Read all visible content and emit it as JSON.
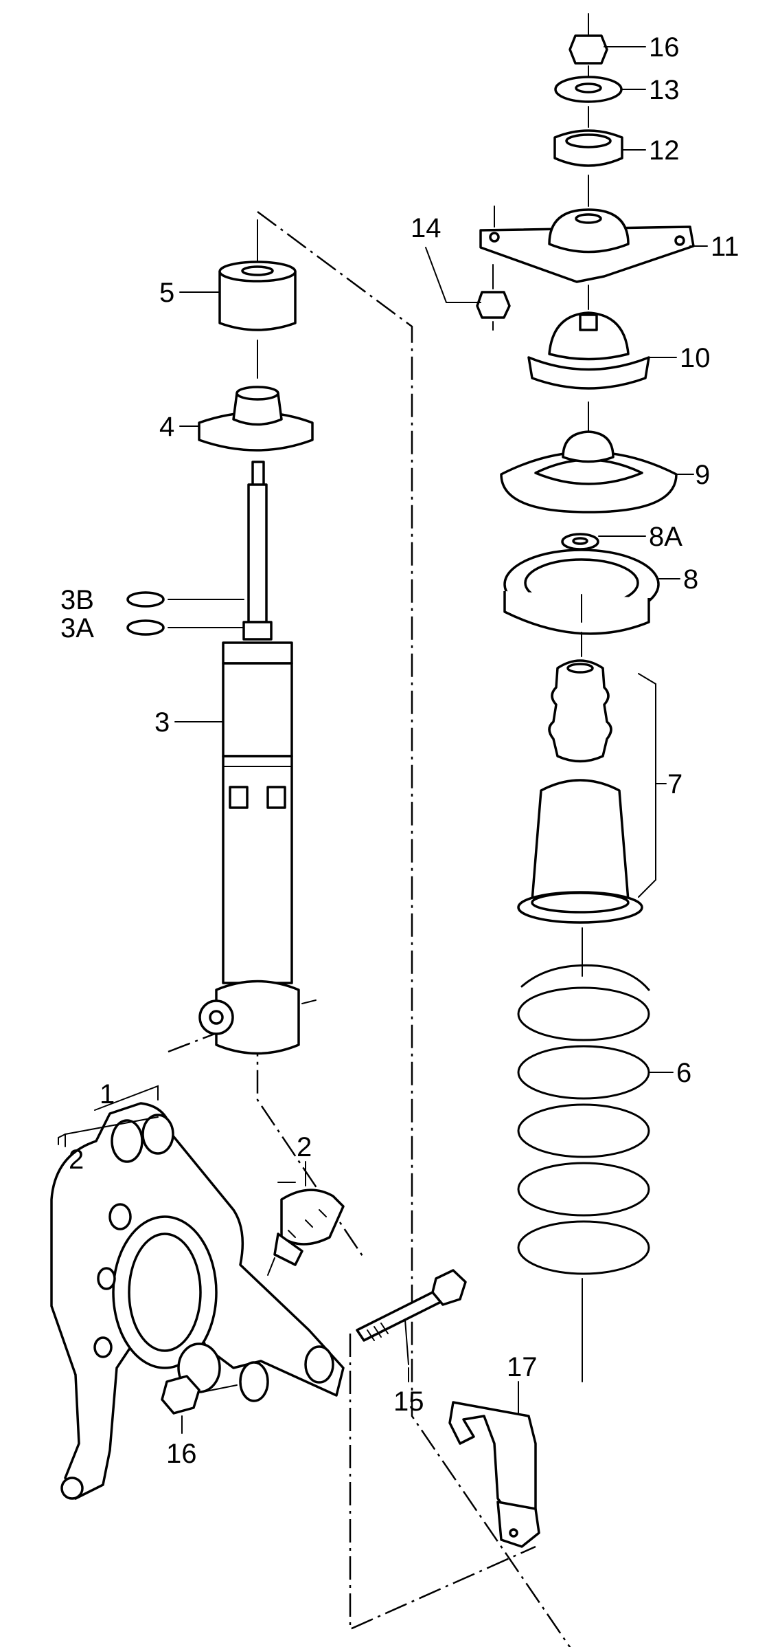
{
  "callouts": [
    {
      "id": "16-top",
      "text": "16"
    },
    {
      "id": "13",
      "text": "13"
    },
    {
      "id": "12",
      "text": "12"
    },
    {
      "id": "11",
      "text": "11"
    },
    {
      "id": "14",
      "text": "14"
    },
    {
      "id": "10",
      "text": "10"
    },
    {
      "id": "9",
      "text": "9"
    },
    {
      "id": "8A",
      "text": "8A"
    },
    {
      "id": "8",
      "text": "8"
    },
    {
      "id": "7",
      "text": "7"
    },
    {
      "id": "6",
      "text": "6"
    },
    {
      "id": "5",
      "text": "5"
    },
    {
      "id": "4",
      "text": "4"
    },
    {
      "id": "3B",
      "text": "3B"
    },
    {
      "id": "3A",
      "text": "3A"
    },
    {
      "id": "3",
      "text": "3"
    },
    {
      "id": "1",
      "text": "1"
    },
    {
      "id": "2-left",
      "text": "2"
    },
    {
      "id": "2-right",
      "text": "2"
    },
    {
      "id": "15",
      "text": "15"
    },
    {
      "id": "17",
      "text": "17"
    },
    {
      "id": "16-bottom",
      "text": "16"
    }
  ],
  "icons": {
    "nut": "hex-nut-icon",
    "washer": "washer-icon",
    "spring": "coil-spring-icon",
    "shock": "shock-absorber-icon",
    "knuckle": "wheel-knuckle-icon",
    "bolt": "bolt-icon",
    "bracket": "bracket-icon"
  }
}
